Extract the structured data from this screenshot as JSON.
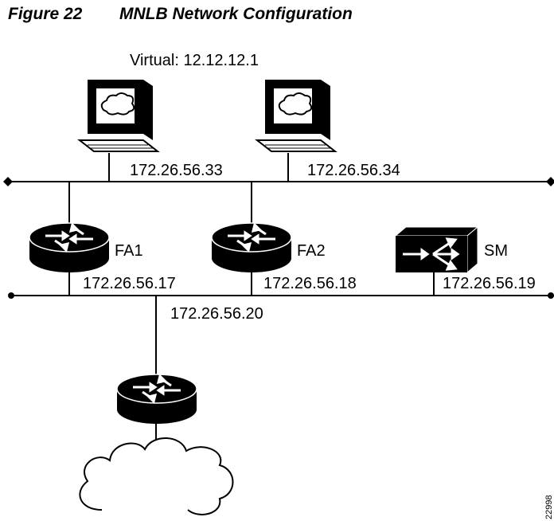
{
  "figure": {
    "number": "Figure 22",
    "title": "MNLB Network Configuration",
    "id": "22998"
  },
  "labels": {
    "virtual": "Virtual: 12.12.12.1",
    "host1_ip": "172.26.56.33",
    "host2_ip": "172.26.56.34",
    "fa1": "FA1",
    "fa2": "FA2",
    "sm": "SM",
    "fa1_ip": "172.26.56.17",
    "fa2_ip": "172.26.56.18",
    "sm_ip": "172.26.56.19",
    "router_ip": "172.26.56.20"
  },
  "icons": {
    "host": "workstation-icon",
    "router": "router-icon",
    "switch": "multilayer-switch-icon",
    "network": "cloud-icon"
  }
}
